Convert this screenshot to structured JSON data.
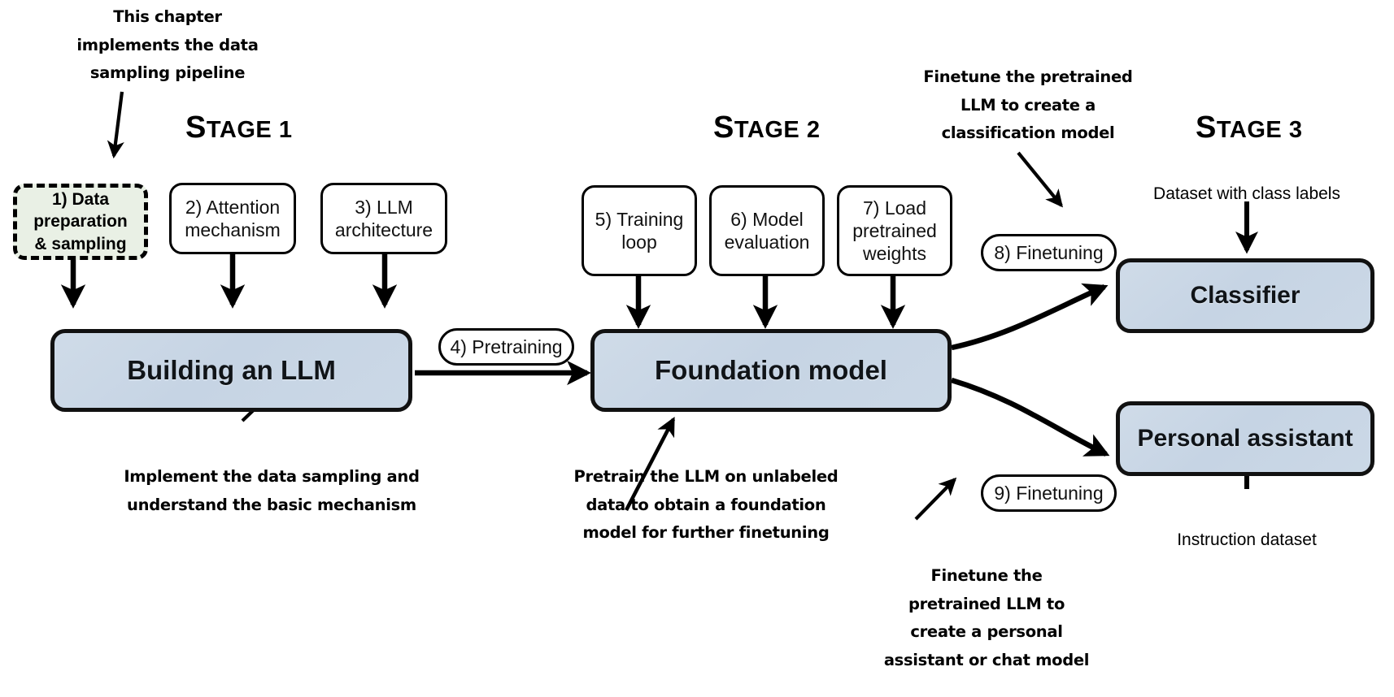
{
  "diagram": {
    "title": "Building an LLM three-stage roadmap",
    "colors": {
      "model_box_fill": "#c8d6e5",
      "highlight_box_fill": "#e9f0e5",
      "stroke": "#000000",
      "background": "#ffffff"
    }
  },
  "stages": [
    {
      "id": "stage-1",
      "first": "S",
      "rest": "TAGE 1"
    },
    {
      "id": "stage-2",
      "first": "S",
      "rest": "TAGE 2"
    },
    {
      "id": "stage-3",
      "first": "S",
      "rest": "TAGE 3"
    }
  ],
  "annotations": {
    "chapter_note": "This chapter\nimplements the data\nsampling pipeline",
    "building_note": "Implement the data sampling and\nunderstand the basic mechanism",
    "pretrain_note": "Pretrain the LLM on unlabeled\ndata to obtain a foundation\nmodel for further finetuning",
    "classifier_note": "Finetune the pretrained\nLLM to create a\nclassification model",
    "assistant_note": "Finetune the\npretrained LLM to\ncreate a personal\nassistant or chat model"
  },
  "captions": {
    "dataset_class_labels": "Dataset with class labels",
    "instruction_dataset": "Instruction dataset"
  },
  "chapter_boxes": [
    {
      "id": "step-1",
      "label": "1) Data\npreparation\n& sampling",
      "highlighted": true
    },
    {
      "id": "step-2",
      "label": "2) Attention\nmechanism",
      "highlighted": false
    },
    {
      "id": "step-3",
      "label": "3) LLM\narchitecture",
      "highlighted": false
    },
    {
      "id": "step-5",
      "label": "5) Training\nloop",
      "highlighted": false
    },
    {
      "id": "step-6",
      "label": "6) Model\nevaluation",
      "highlighted": false
    },
    {
      "id": "step-7",
      "label": "7) Load\npretrained\nweights",
      "highlighted": false
    }
  ],
  "pills": [
    {
      "id": "step-4",
      "label": "4) Pretraining"
    },
    {
      "id": "step-8",
      "label": "8) Finetuning"
    },
    {
      "id": "step-9",
      "label": "9) Finetuning"
    }
  ],
  "model_boxes": [
    {
      "id": "building-an-llm",
      "label": "Building an LLM"
    },
    {
      "id": "foundation-model",
      "label": "Foundation model"
    },
    {
      "id": "classifier",
      "label": "Classifier"
    },
    {
      "id": "personal-assistant",
      "label": "Personal assistant"
    }
  ]
}
